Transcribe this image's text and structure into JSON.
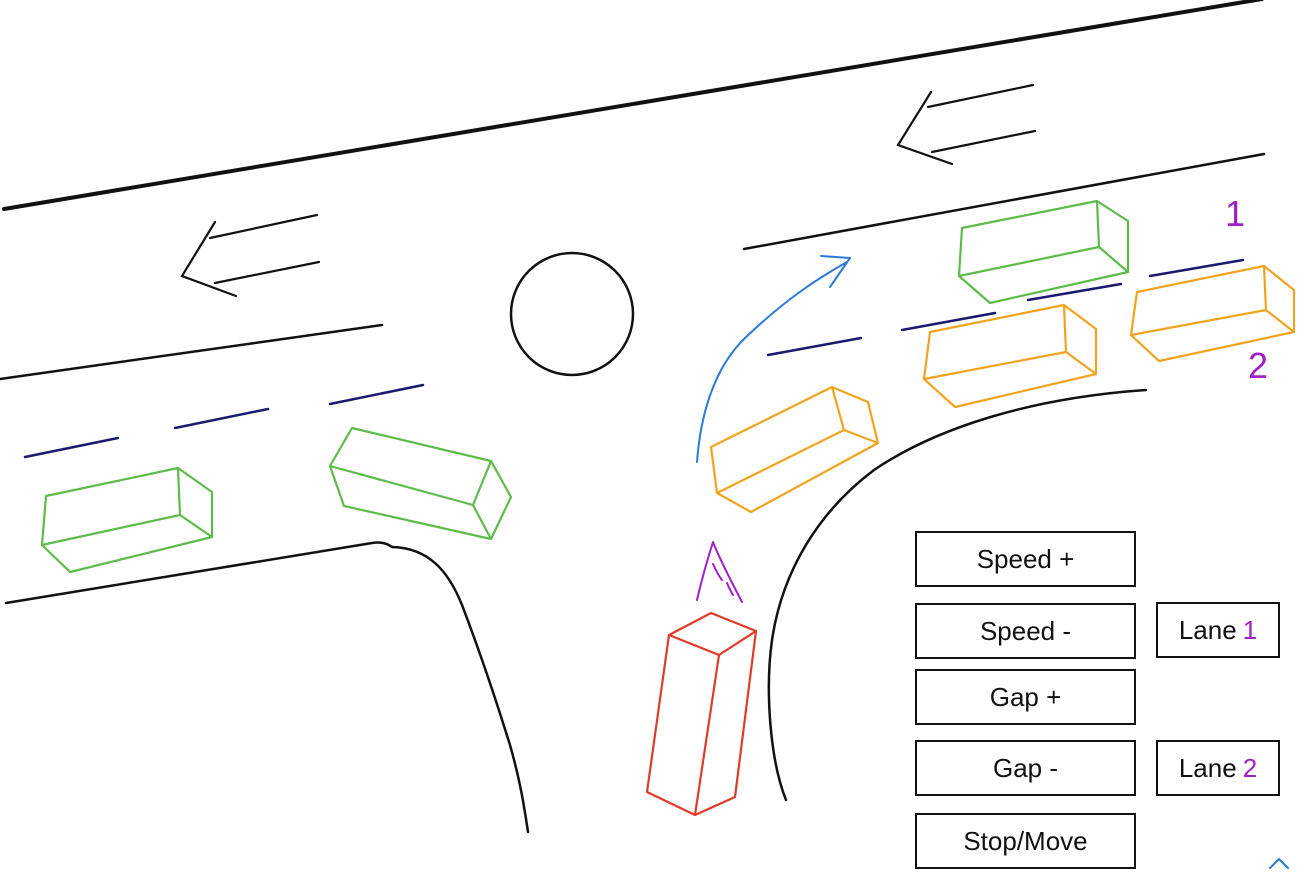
{
  "road_labels": {
    "lane_1": "1",
    "lane_2": "2"
  },
  "controls": {
    "speed_plus": "Speed +",
    "speed_minus": "Speed -",
    "gap_plus": "Gap +",
    "gap_minus": "Gap -",
    "stop_move": "Stop/Move",
    "lane_1_word": "Lane",
    "lane_1_num": "1",
    "lane_2_word": "Lane",
    "lane_2_num": "2"
  },
  "colors": {
    "road_edge": "#111111",
    "lane_divider": "#1a1a6e",
    "car_green": "#5dbb4a",
    "car_orange": "#f2a31d",
    "car_red": "#e03a2a",
    "path_blue": "#2a7ad6",
    "accent_purple": "#a020c8",
    "scroll_icon": "#2a7ad6"
  },
  "icons": {
    "scroll": "chevron-up-icon",
    "direction": "left-arrow-icon"
  }
}
